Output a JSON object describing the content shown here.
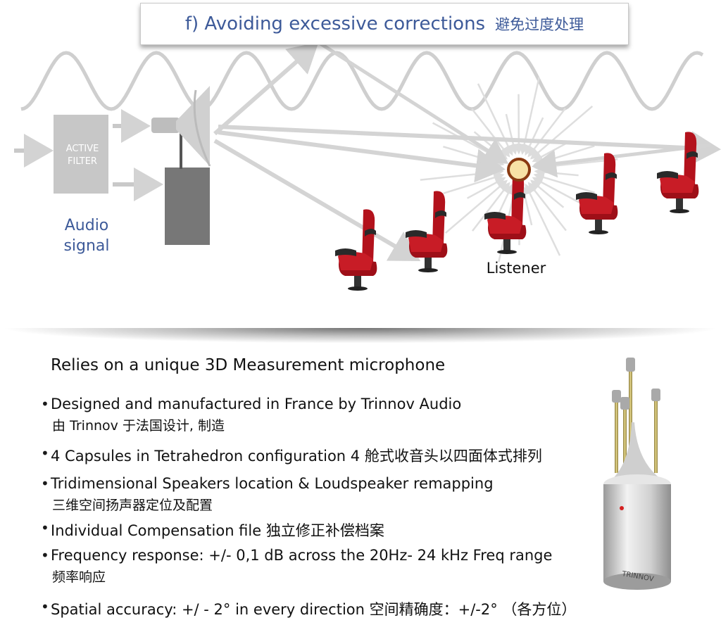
{
  "title": {
    "en": "f) Avoiding excessive corrections",
    "zh": "避免过度处理"
  },
  "diagram": {
    "active_filter_line1": "ACTIVE",
    "active_filter_line2": "FILTER",
    "audio_signal_line1": "Audio",
    "audio_signal_line2": "signal",
    "listener": "Listener"
  },
  "heading": "Relies on a unique 3D Measurement microphone",
  "features": [
    {
      "bullet": "•",
      "en": "Designed and manufactured in France by Trinnov Audio",
      "zh": "由 Trinnov 于法国设计, 制造"
    },
    {
      "bullet": "•",
      "en": "4 Capsules in Tetrahedron configuration 4 舱式收音头以四面体式排列",
      "zh": ""
    },
    {
      "bullet": "•",
      "en": "Tridimensional Speakers location & Loudspeaker remapping",
      "zh": "三维空间扬声器定位及配置"
    },
    {
      "bullet": "•",
      "en": "Individual Compensation file  独立修正补偿档案",
      "zh": ""
    },
    {
      "bullet": "•",
      "en": "Frequency response: +/- 0,1 dB across the   20Hz- 24 kHz Freq range",
      "zh": "频率响应"
    },
    {
      "bullet": "•",
      "en": "Spatial accuracy: +/ - 2° in every direction 空间精确度：+/-2° （各方位）",
      "zh": ""
    }
  ],
  "mic_brand": "TRINNOV",
  "colors": {
    "title_blue": "#3d5a99",
    "seat_red": "#b3121c",
    "arrow_gray": "#d6d6d6",
    "speaker_gray": "#8a8a8a"
  },
  "icons": [
    "active-filter-box",
    "horn-speaker",
    "cinema-seat",
    "listener-circle",
    "measurement-microphone"
  ]
}
